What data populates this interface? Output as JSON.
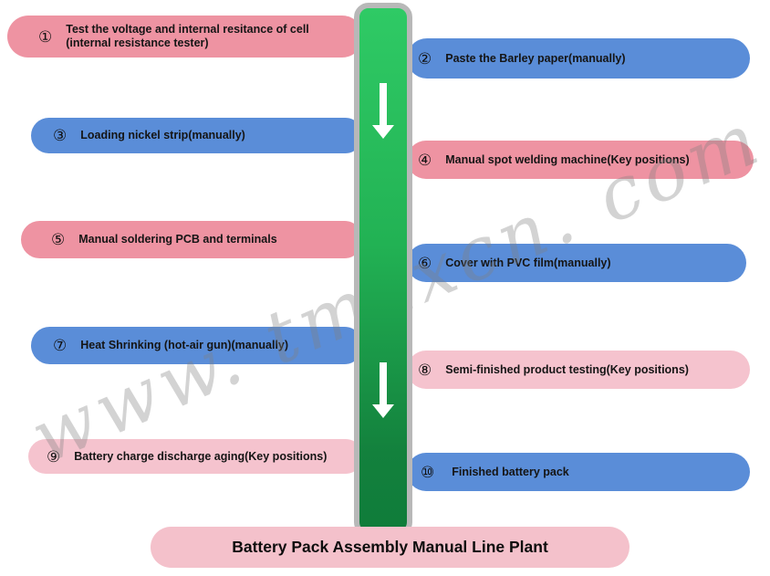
{
  "diagram": {
    "title": {
      "label": "Battery Pack Assembly Manual Line Plant",
      "background": "#f4c1cb",
      "text_color": "#0d0d0d"
    },
    "watermark": {
      "text": "www. tmaxcn. com",
      "color": "rgba(128,128,128,0.35)"
    },
    "flow_bar": {
      "direction": "down",
      "gradient_top": "#2fca65",
      "gradient_bottom": "#0f7c3a",
      "border_color": "#b8b8b8",
      "arrow_color": "#ffffff"
    },
    "colors": {
      "rose": "#ee93a2",
      "light_pink": "#f5c3ce",
      "blue": "#5a8dd8"
    },
    "steps": [
      {
        "num": "①",
        "label": "Test the voltage and internal resitance of cell",
        "label2": "(internal resistance tester)",
        "color": "#ee93a2",
        "side": "left"
      },
      {
        "num": "②",
        "label": "Paste the Barley paper(manually)",
        "color": "#5a8dd8",
        "side": "right"
      },
      {
        "num": "③",
        "label": "Loading nickel strip(manually)",
        "color": "#5a8dd8",
        "side": "left"
      },
      {
        "num": "④",
        "label": "Manual spot welding machine(Key positions)",
        "color": "#ee93a2",
        "side": "right"
      },
      {
        "num": "⑤",
        "label": "Manual soldering PCB and terminals",
        "color": "#ee93a2",
        "side": "left"
      },
      {
        "num": "⑥",
        "label": "Cover with PVC film(manually)",
        "color": "#5a8dd8",
        "side": "right"
      },
      {
        "num": "⑦",
        "label": "Heat Shrinking (hot-air gun)(manually)",
        "color": "#5a8dd8",
        "side": "left"
      },
      {
        "num": "⑧",
        "label": "Semi-finished product testing(Key positions)",
        "color": "#f5c3ce",
        "side": "right"
      },
      {
        "num": "⑨",
        "label": "Battery charge discharge aging(Key positions)",
        "color": "#f5c3ce",
        "side": "left"
      },
      {
        "num": "⑩",
        "label": "Finished battery pack",
        "color": "#5a8dd8",
        "side": "right"
      }
    ]
  }
}
